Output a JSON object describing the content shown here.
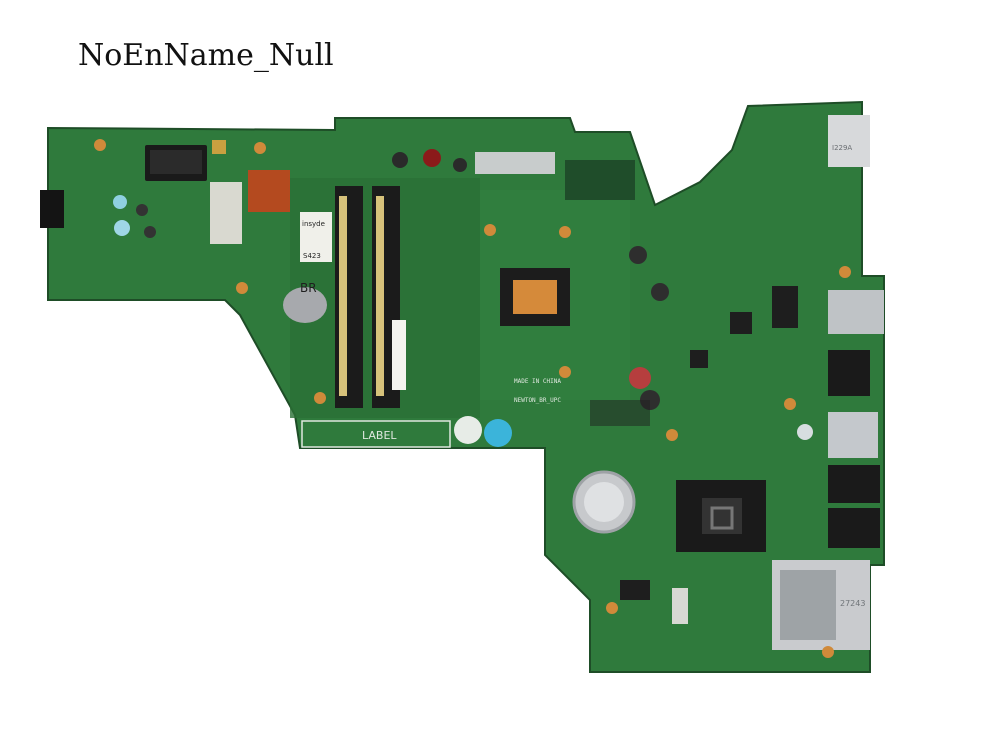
{
  "watermark": "NoEnName_Null",
  "board": {
    "label_area": "LABEL",
    "brand_sticker": "BR",
    "bios_sticker_top": "insyde",
    "bios_sticker_code": "S423",
    "chip_text": "MADE IN CHINA",
    "model_text": "NEWTON_BR_UPC",
    "sd_slot_text": "27243",
    "vga_text": "I229A"
  },
  "colors": {
    "background": "#ffffff",
    "pcb": "#2f7a3c",
    "pcb_dark": "#215a2c",
    "silkscreen": "#dfe8df",
    "metal": "#c8cccc",
    "gold": "#d08a3a"
  }
}
